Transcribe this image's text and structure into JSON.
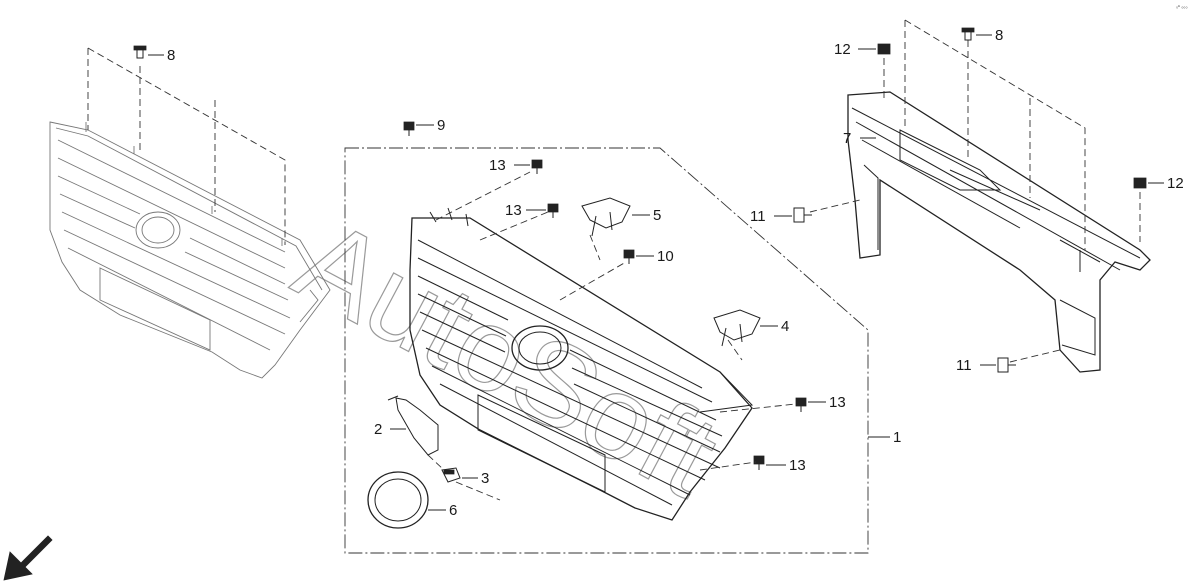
{
  "watermark": {
    "text": "AutoSoft"
  },
  "corner_mark": "₀ᵉ ₀₀₀",
  "callouts": [
    {
      "id": "c1",
      "label": "1"
    },
    {
      "id": "c2",
      "label": "2"
    },
    {
      "id": "c3",
      "label": "3"
    },
    {
      "id": "c4",
      "label": "4"
    },
    {
      "id": "c5",
      "label": "5"
    },
    {
      "id": "c6",
      "label": "6"
    },
    {
      "id": "c7",
      "label": "7"
    },
    {
      "id": "c8a",
      "label": "8"
    },
    {
      "id": "c8b",
      "label": "8"
    },
    {
      "id": "c9",
      "label": "9"
    },
    {
      "id": "c10",
      "label": "10"
    },
    {
      "id": "c11a",
      "label": "11"
    },
    {
      "id": "c11b",
      "label": "11"
    },
    {
      "id": "c12a",
      "label": "12"
    },
    {
      "id": "c12b",
      "label": "12"
    },
    {
      "id": "c13a",
      "label": "13"
    },
    {
      "id": "c13b",
      "label": "13"
    },
    {
      "id": "c13c",
      "label": "13"
    },
    {
      "id": "c13d",
      "label": "13"
    }
  ],
  "icons": {
    "direction": "front-direction-arrow-icon"
  }
}
